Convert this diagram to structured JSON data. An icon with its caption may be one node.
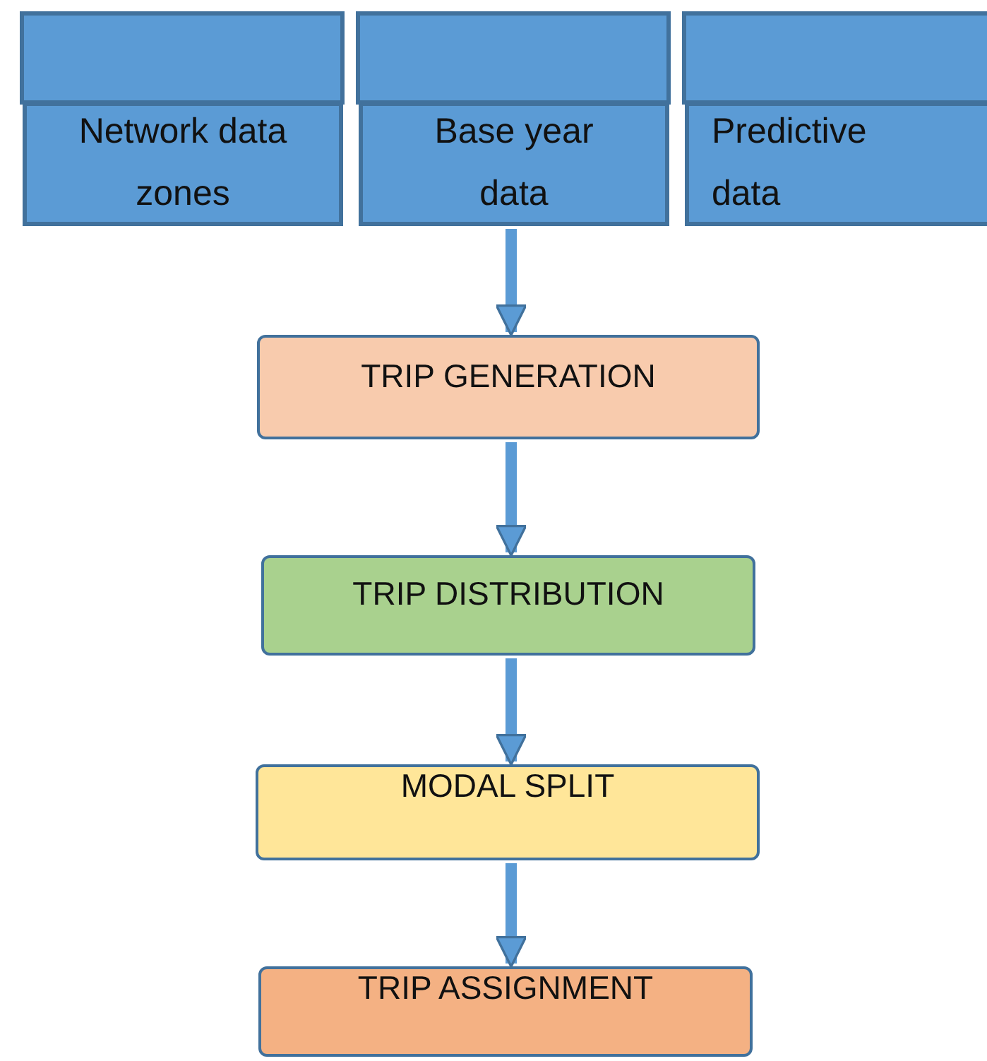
{
  "diagram": {
    "nodes": [
      {
        "text": [],
        "shape": "box"
      },
      {
        "text": [],
        "shape": "box"
      },
      {
        "text": [],
        "shape": "box"
      },
      {
        "text": [
          "Network data zones"
        ]
      },
      {
        "text": [
          "Base year data"
        ]
      },
      {
        "text": [
          "Predictive data"
        ]
      },
      {
        "text": [
          "TRIP GENERATION"
        ]
      },
      {
        "text": [
          "TRIP DISTRIBUTION"
        ]
      },
      {
        "text": [
          "MODAL SPLIT"
        ]
      },
      {
        "text": [
          "TRIP ASSIGNMENT"
        ]
      }
    ],
    "edges": [
      {
        "from": 4,
        "to": 6,
        "arrow": "to"
      },
      {
        "from": 6,
        "to": 7,
        "arrow": "to"
      },
      {
        "from": 7,
        "to": 8,
        "arrow": "to"
      },
      {
        "from": 8,
        "to": 9,
        "arrow": "to"
      }
    ]
  }
}
